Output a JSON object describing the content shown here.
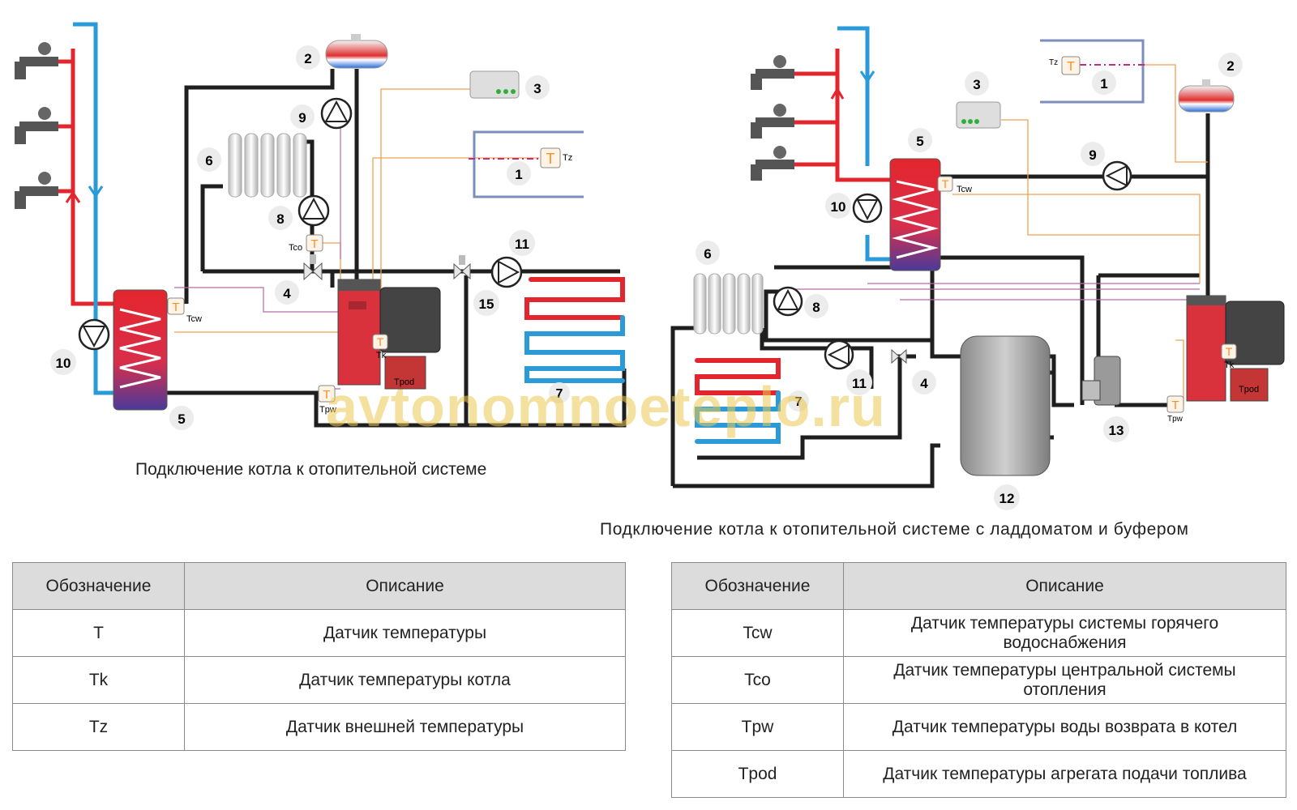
{
  "watermark": "avtonomnoeteplo.ru",
  "colors": {
    "hot": "#e3262d",
    "cold": "#2a9bd8",
    "pipe": "#1e1e1e",
    "signal": "#f0a050",
    "accent": "#f29030"
  },
  "left_diagram": {
    "caption": "Подключение котла к отопительной системе",
    "numbers": [
      "1",
      "2",
      "3",
      "4",
      "5",
      "6",
      "7",
      "8",
      "9",
      "10",
      "11",
      "15"
    ],
    "sensor_labels": {
      "tz": "Tz",
      "tco": "Tco",
      "tcw": "Tcw",
      "tk": "Tk",
      "tpod": "Tpod",
      "tpw": "Tpw"
    },
    "sensor_glyph": "T"
  },
  "right_diagram": {
    "caption": "Подключение  котла  к  отопительной  системе с ладдоматом и буфером",
    "numbers": [
      "1",
      "2",
      "3",
      "4",
      "5",
      "6",
      "7",
      "8",
      "9",
      "10",
      "11",
      "12",
      "13"
    ],
    "sensor_labels": {
      "tz": "Tz",
      "tcw": "Tcw",
      "tk": "Tk",
      "tpod": "Tpod",
      "tpw": "Tpw"
    },
    "sensor_glyph": "T"
  },
  "legend_left": {
    "headers": [
      "Обозначение",
      "Описание"
    ],
    "rows": [
      [
        "T",
        "Датчик температуры"
      ],
      [
        "Tk",
        "Датчик температуры котла"
      ],
      [
        "Tz",
        "Датчик внешней температуры"
      ]
    ]
  },
  "legend_right": {
    "headers": [
      "Обозначение",
      "Описание"
    ],
    "rows": [
      [
        "Tcw",
        "Датчик температуры системы горячего водоснабжения"
      ],
      [
        "Tco",
        "Датчик температуры центральной системы отопления"
      ],
      [
        "Tpw",
        "Датчик температуры воды возврата в котел"
      ],
      [
        "Tpod",
        "Датчик температуры агрегата подачи топлива"
      ]
    ]
  }
}
